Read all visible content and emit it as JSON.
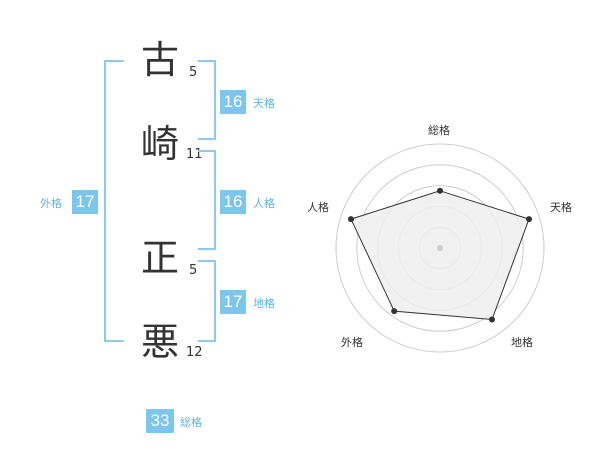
{
  "name": {
    "characters": [
      {
        "char": "古",
        "strokes": "5"
      },
      {
        "char": "崎",
        "strokes": "11"
      },
      {
        "char": "正",
        "strokes": "5"
      },
      {
        "char": "悪",
        "strokes": "12"
      }
    ]
  },
  "fortunes": {
    "tenkaku": {
      "value": "16",
      "label": "天格"
    },
    "jinkaku": {
      "value": "16",
      "label": "人格"
    },
    "chikaku": {
      "value": "17",
      "label": "地格"
    },
    "gaikaku": {
      "value": "17",
      "label": "外格"
    },
    "soukaku": {
      "value": "33",
      "label": "総格"
    }
  },
  "radar": {
    "axes": [
      "総格",
      "天格",
      "地格",
      "外格",
      "人格"
    ],
    "levels": [
      0.55,
      0.9,
      0.85,
      0.75,
      0.9
    ],
    "colors": {
      "fill": "#eeeeee",
      "line": "#333333",
      "ring": "#cccccc",
      "dot": "#333333"
    }
  },
  "colors": {
    "accent": "#7cc6ee",
    "label": "#5fb5e0",
    "text": "#333333"
  }
}
